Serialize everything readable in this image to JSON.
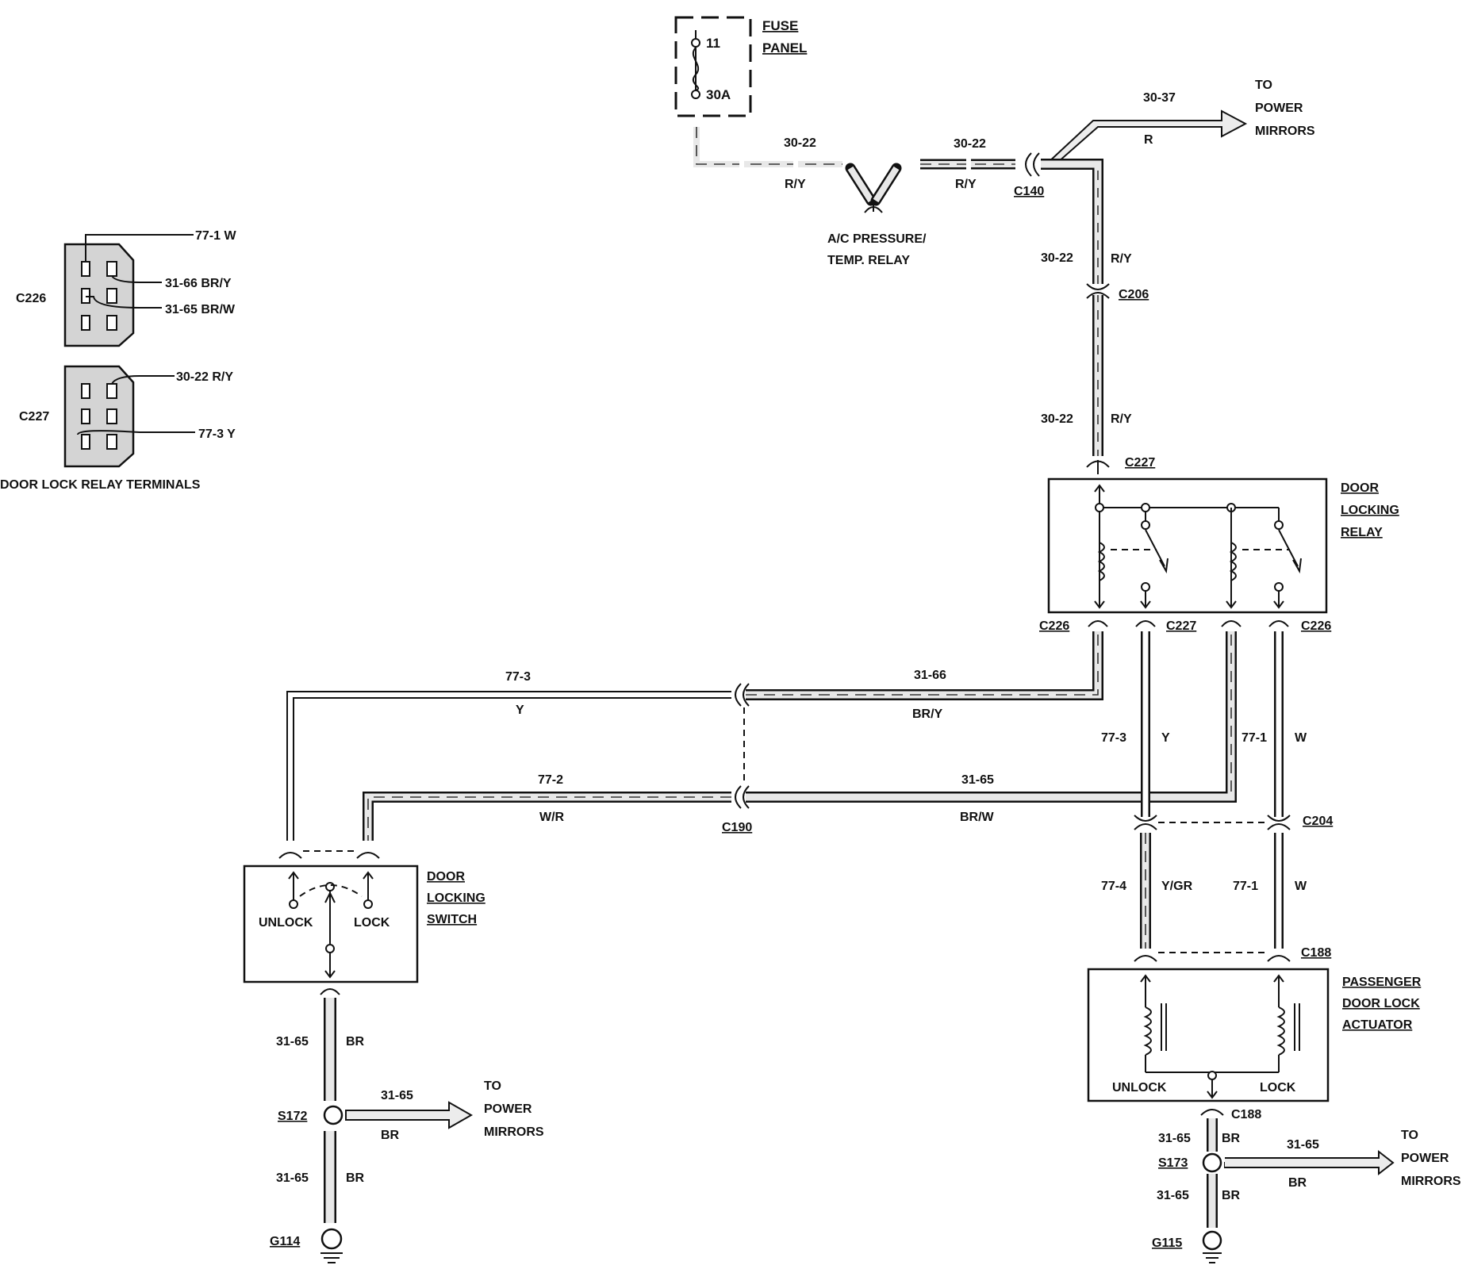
{
  "fuse_panel": {
    "title_line1": "FUSE",
    "title_line2": "PANEL",
    "fuse_number": "11",
    "fuse_rating": "30A"
  },
  "ac_relay": {
    "line1": "A/C PRESSURE/",
    "line2": "TEMP. RELAY"
  },
  "top_wires": {
    "w1_circuit": "30-22",
    "w1_color": "R/Y",
    "w2_circuit": "30-22",
    "w2_color": "R/Y",
    "mirror_circuit": "30-37",
    "mirror_color": "R",
    "to_line1": "TO",
    "to_line2": "POWER",
    "to_line3": "MIRRORS"
  },
  "connectors": {
    "c140": "C140",
    "c206": "C206",
    "c227_top": "C227",
    "c226_left": "C226",
    "c227_mid": "C227",
    "c226_right": "C226",
    "c190": "C190",
    "c204": "C204",
    "c188_top": "C188",
    "c188_bottom": "C188"
  },
  "vertical_wires": {
    "v1_circuit": "30-22",
    "v1_color": "R/Y",
    "v2_circuit": "30-22",
    "v2_color": "R/Y"
  },
  "door_locking_relay": {
    "line1": "DOOR",
    "line2": "LOCKING",
    "line3": "RELAY"
  },
  "relay_terminals": {
    "c226_label": "C226",
    "c227_label": "C227",
    "t1": "77-1 W",
    "t2": "31-66 BR/Y",
    "t3": "31-65 BR/W",
    "t4": "30-22 R/Y",
    "t5": "77-3 Y",
    "caption": "DOOR LOCK RELAY TERMINALS"
  },
  "harness": {
    "upper_left_circuit": "77-3",
    "upper_left_color": "Y",
    "upper_right_circuit": "31-66",
    "upper_right_color": "BR/Y",
    "lower_left_circuit": "77-2",
    "lower_left_color": "W/R",
    "lower_right_circuit": "31-65",
    "lower_right_color": "BR/W",
    "r1_circuit": "77-3",
    "r1_color": "Y",
    "r2_circuit": "77-1",
    "r2_color": "W",
    "r3_circuit": "77-4",
    "r3_color": "Y/GR",
    "r4_circuit": "77-1",
    "r4_color": "W"
  },
  "door_locking_switch": {
    "line1": "DOOR",
    "line2": "LOCKING",
    "line3": "SWITCH",
    "unlock": "UNLOCK",
    "lock": "LOCK"
  },
  "left_ground": {
    "w1_circuit": "31-65",
    "w1_color": "BR",
    "splice": "S172",
    "mirror_circuit": "31-65",
    "mirror_color": "BR",
    "to_line1": "TO",
    "to_line2": "POWER",
    "to_line3": "MIRRORS",
    "w2_circuit": "31-65",
    "w2_color": "BR",
    "ground": "G114"
  },
  "actuator": {
    "line1": "PASSENGER",
    "line2": "DOOR LOCK",
    "line3": "ACTUATOR",
    "unlock": "UNLOCK",
    "lock": "LOCK"
  },
  "right_ground": {
    "w1_circuit": "31-65",
    "w1_color": "BR",
    "splice": "S173",
    "mirror_circuit": "31-65",
    "mirror_color": "BR",
    "to_line1": "TO",
    "to_line2": "POWER",
    "to_line3": "MIRRORS",
    "w2_circuit": "31-65",
    "w2_color": "BR",
    "ground": "G115"
  }
}
